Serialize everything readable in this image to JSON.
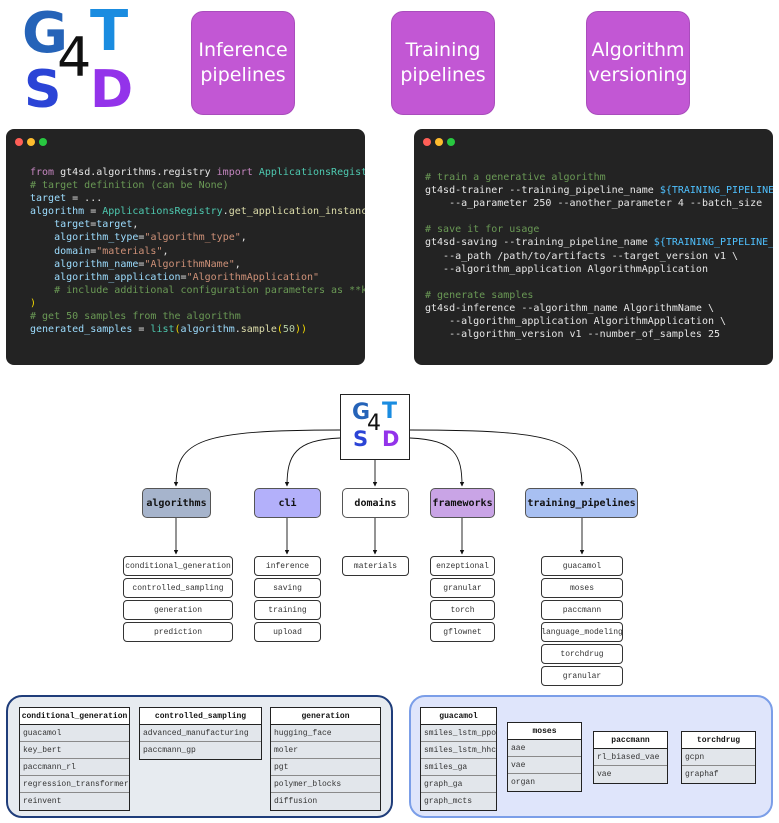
{
  "logo": {
    "letters": [
      {
        "char": "G",
        "color": "#2563b8"
      },
      {
        "char": "T",
        "color": "#1a8ce0"
      },
      {
        "char": "S",
        "color": "#2b44d6"
      },
      {
        "char": "D",
        "color": "#9333ea"
      }
    ],
    "digit": "4"
  },
  "features": [
    "Inference pipelines",
    "Training pipelines",
    "Algorithm versioning"
  ],
  "terminal_dots": [
    "#ff5f57",
    "#febc2e",
    "#28c840"
  ],
  "code_left": [
    [
      [
        "c-kw",
        "from "
      ],
      [
        "",
        "gt4sd.algorithms.registry "
      ],
      [
        "c-kw",
        "import "
      ],
      [
        "c-cls",
        "ApplicationsRegistry"
      ]
    ],
    [
      [
        "c-cm",
        "# target definition (can be None)"
      ]
    ],
    [
      [
        "c-id",
        "target"
      ],
      [
        "",
        " = ..."
      ]
    ],
    [
      [
        "c-id",
        "algorithm"
      ],
      [
        "",
        " = "
      ],
      [
        "c-cls",
        "ApplicationsRegistry"
      ],
      [
        "",
        "."
      ],
      [
        "c-fn",
        "get_application_instance"
      ],
      [
        "c-par",
        "("
      ]
    ],
    [
      [
        "",
        "    "
      ],
      [
        "c-id",
        "target"
      ],
      [
        "",
        "="
      ],
      [
        "c-id",
        "target"
      ],
      [
        "",
        ","
      ]
    ],
    [
      [
        "",
        "    "
      ],
      [
        "c-id",
        "algorithm_type"
      ],
      [
        "",
        "="
      ],
      [
        "c-str",
        "\"algorithm_type\""
      ],
      [
        "",
        ","
      ]
    ],
    [
      [
        "",
        "    "
      ],
      [
        "c-id",
        "domain"
      ],
      [
        "",
        "="
      ],
      [
        "c-str",
        "\"materials\""
      ],
      [
        "",
        ","
      ]
    ],
    [
      [
        "",
        "    "
      ],
      [
        "c-id",
        "algorithm_name"
      ],
      [
        "",
        "="
      ],
      [
        "c-str",
        "\"AlgorithmName\""
      ],
      [
        "",
        ","
      ]
    ],
    [
      [
        "",
        "    "
      ],
      [
        "c-id",
        "algorithm_application"
      ],
      [
        "",
        "="
      ],
      [
        "c-str",
        "\"AlgorithmApplication\""
      ]
    ],
    [
      [
        "",
        "    "
      ],
      [
        "c-cm",
        "# include additional configuration parameters as **kwargs"
      ]
    ],
    [
      [
        "c-par",
        ")"
      ]
    ],
    [
      [
        "c-cm",
        "# get 50 samples from the algorithm"
      ]
    ],
    [
      [
        "c-id",
        "generated_samples"
      ],
      [
        "",
        " = "
      ],
      [
        "c-cls",
        "list"
      ],
      [
        "c-par",
        "("
      ],
      [
        "c-id",
        "algorithm"
      ],
      [
        "",
        "."
      ],
      [
        "c-fn",
        "sample"
      ],
      [
        "c-par",
        "("
      ],
      [
        "c-num",
        "50"
      ],
      [
        "c-par",
        "))"
      ]
    ]
  ],
  "code_right": [
    [
      [
        "c-cm",
        "# train a generative algorithm"
      ]
    ],
    [
      [
        "",
        "gt4sd-trainer --training_pipeline_name "
      ],
      [
        "c-var",
        "${TRAINING_PIPELINE_NAME}"
      ],
      [
        "",
        " \\"
      ]
    ],
    [
      [
        "",
        "    --a_parameter 250 --another_parameter 4 --batch_size"
      ]
    ],
    [
      [
        "",
        ""
      ]
    ],
    [
      [
        "c-cm",
        "# save it for usage"
      ]
    ],
    [
      [
        "",
        "gt4sd-saving --training_pipeline_name "
      ],
      [
        "c-var",
        "${TRAINING_PIPELINE_NAME}"
      ],
      [
        "",
        " \\"
      ]
    ],
    [
      [
        "",
        "   --a_path /path/to/artifacts --target_version v1 \\"
      ]
    ],
    [
      [
        "",
        "   --algorithm_application AlgorithmApplication"
      ]
    ],
    [
      [
        "",
        ""
      ]
    ],
    [
      [
        "c-cm",
        "# generate samples"
      ]
    ],
    [
      [
        "",
        "gt4sd-inference --algorithm_name AlgorithmName \\"
      ]
    ],
    [
      [
        "",
        "    --algorithm_application AlgorithmApplication \\"
      ]
    ],
    [
      [
        "",
        "    --algorithm_version v1 --number_of_samples 25"
      ]
    ]
  ],
  "tree": {
    "categories": [
      {
        "label": "algorithms",
        "color": "#a6b4cc",
        "leaves": [
          "conditional_generation",
          "controlled_sampling",
          "generation",
          "prediction"
        ]
      },
      {
        "label": "cli",
        "color": "#b3b0fa",
        "leaves": [
          "inference",
          "saving",
          "training",
          "upload"
        ]
      },
      {
        "label": "domains",
        "color": "#ffffff",
        "leaves": [
          "materials"
        ]
      },
      {
        "label": "frameworks",
        "color": "#c9a4e6",
        "leaves": [
          "enzeptional",
          "granular",
          "torch",
          "gflownet"
        ]
      },
      {
        "label": "training_pipelines",
        "color": "#a8c0f2",
        "leaves": [
          "guacamol",
          "moses",
          "paccmann",
          "language_modeling",
          "torchdrug",
          "granular"
        ]
      }
    ]
  },
  "panel_left": {
    "bg": "#e7ebf0",
    "border": "#1f3d7a",
    "tables": [
      {
        "title": "conditional_generation",
        "rows": [
          "guacamol",
          "key_bert",
          "paccmann_rl",
          "regression_transformer",
          "reinvent"
        ]
      },
      {
        "title": "controlled_sampling",
        "rows": [
          "advanced_manufacturing",
          "paccmann_gp"
        ]
      },
      {
        "title": "generation",
        "rows": [
          "hugging_face",
          "moler",
          "pgt",
          "polymer_blocks",
          "diffusion"
        ]
      }
    ]
  },
  "panel_right": {
    "bg": "#dfe5fb",
    "border": "#7b9ee8",
    "tables": [
      {
        "title": "guacamol",
        "rows": [
          "smiles_lstm_ppo",
          "smiles_lstm_hhc",
          "smiles_ga",
          "graph_ga",
          "graph_mcts"
        ]
      },
      {
        "title": "moses",
        "rows": [
          "aae",
          "vae",
          "organ"
        ]
      },
      {
        "title": "paccmann",
        "rows": [
          "rl_biased_vae",
          "vae"
        ]
      },
      {
        "title": "torchdrug",
        "rows": [
          "gcpn",
          "graphaf"
        ]
      }
    ]
  }
}
